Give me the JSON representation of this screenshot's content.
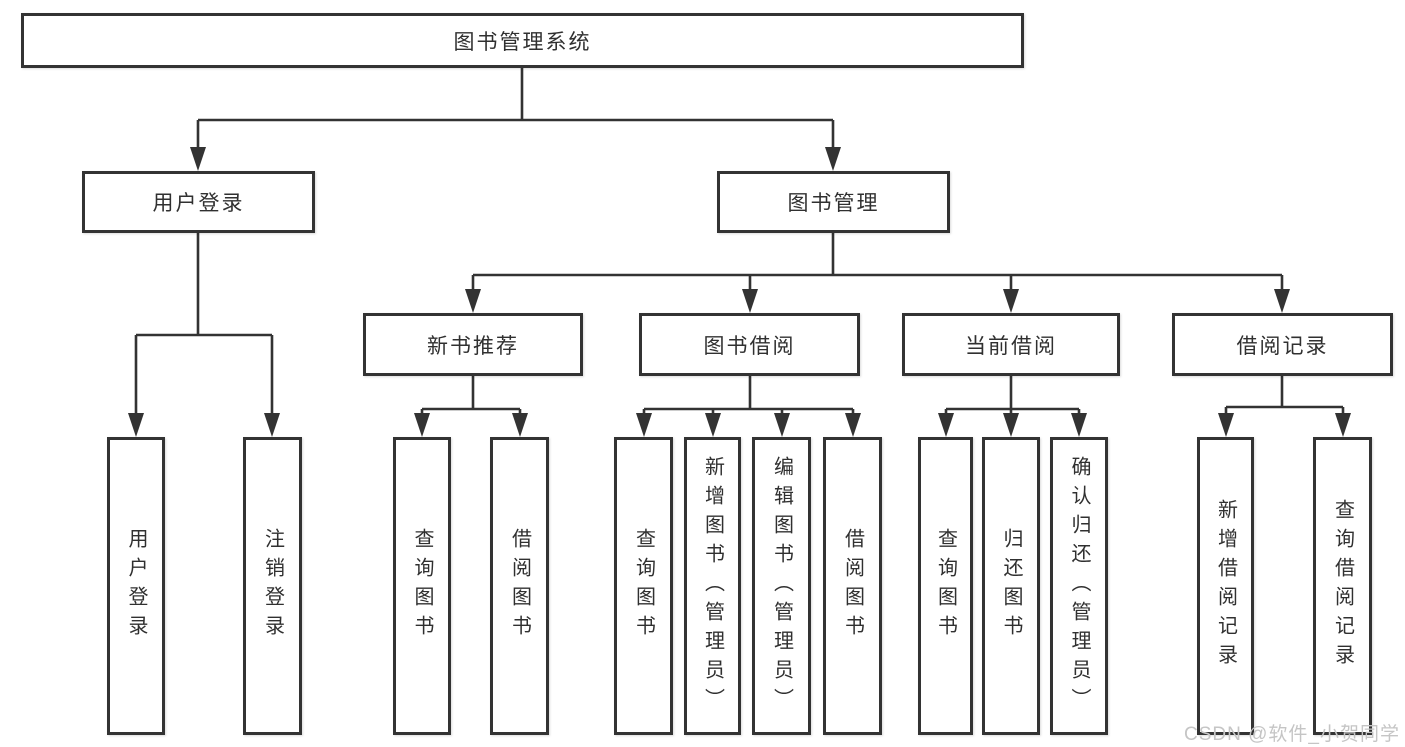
{
  "diagram": {
    "root": {
      "label": "图书管理系统",
      "children": [
        {
          "label": "用户登录",
          "children": [
            {
              "label": "用户登录"
            },
            {
              "label": "注销登录"
            }
          ]
        },
        {
          "label": "图书管理",
          "children": [
            {
              "label": "新书推荐",
              "children": [
                {
                  "label": "查询图书"
                },
                {
                  "label": "借阅图书"
                }
              ]
            },
            {
              "label": "图书借阅",
              "children": [
                {
                  "label": "查询图书"
                },
                {
                  "label": "新增图书（管理员）"
                },
                {
                  "label": "编辑图书（管理员）"
                },
                {
                  "label": "借阅图书"
                }
              ]
            },
            {
              "label": "当前借阅",
              "children": [
                {
                  "label": "查询图书"
                },
                {
                  "label": "归还图书"
                },
                {
                  "label": "确认归还（管理员）"
                }
              ]
            },
            {
              "label": "借阅记录",
              "children": [
                {
                  "label": "新增借阅记录"
                },
                {
                  "label": "查询借阅记录"
                }
              ]
            }
          ]
        }
      ]
    },
    "watermark": "CSDN @软件_小贺同学",
    "colors": {
      "line": "#333333",
      "text": "#303030",
      "background": "#ffffff",
      "watermark": "#c5c5c5"
    }
  }
}
